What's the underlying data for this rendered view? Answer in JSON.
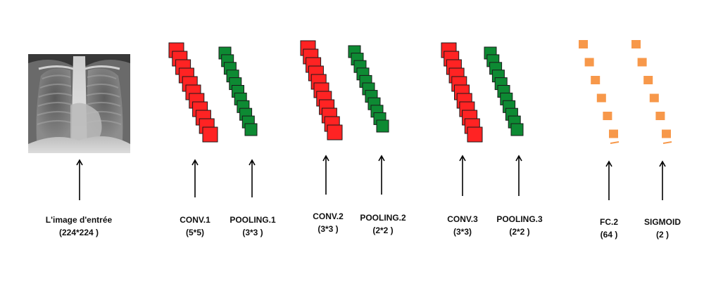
{
  "colors": {
    "conv": "#ff2323",
    "pool": "#0d8a33",
    "fc": "#f7984a",
    "arrow": "#000000",
    "text": "#111111"
  },
  "input": {
    "image": "chest-xray",
    "name": "L'image d'entrée",
    "size": "(224*224 )"
  },
  "layers": [
    {
      "kind": "conv",
      "name": "CONV.1",
      "param": "(5*5)"
    },
    {
      "kind": "pool",
      "name": "POOLING.1",
      "param": "(3*3 )"
    },
    {
      "kind": "conv",
      "name": "CONV.2",
      "param": "(3*3 )"
    },
    {
      "kind": "pool",
      "name": "POOLING.2",
      "param": "(2*2 )"
    },
    {
      "kind": "conv",
      "name": "CONV.3",
      "param": "(3*3)"
    },
    {
      "kind": "pool",
      "name": "POOLING.3",
      "param": "(2*2 )"
    },
    {
      "kind": "fc",
      "name": "FC.2",
      "param": "(64 )"
    },
    {
      "kind": "fc",
      "name": "SIGMOID",
      "param": "(2 )"
    }
  ]
}
